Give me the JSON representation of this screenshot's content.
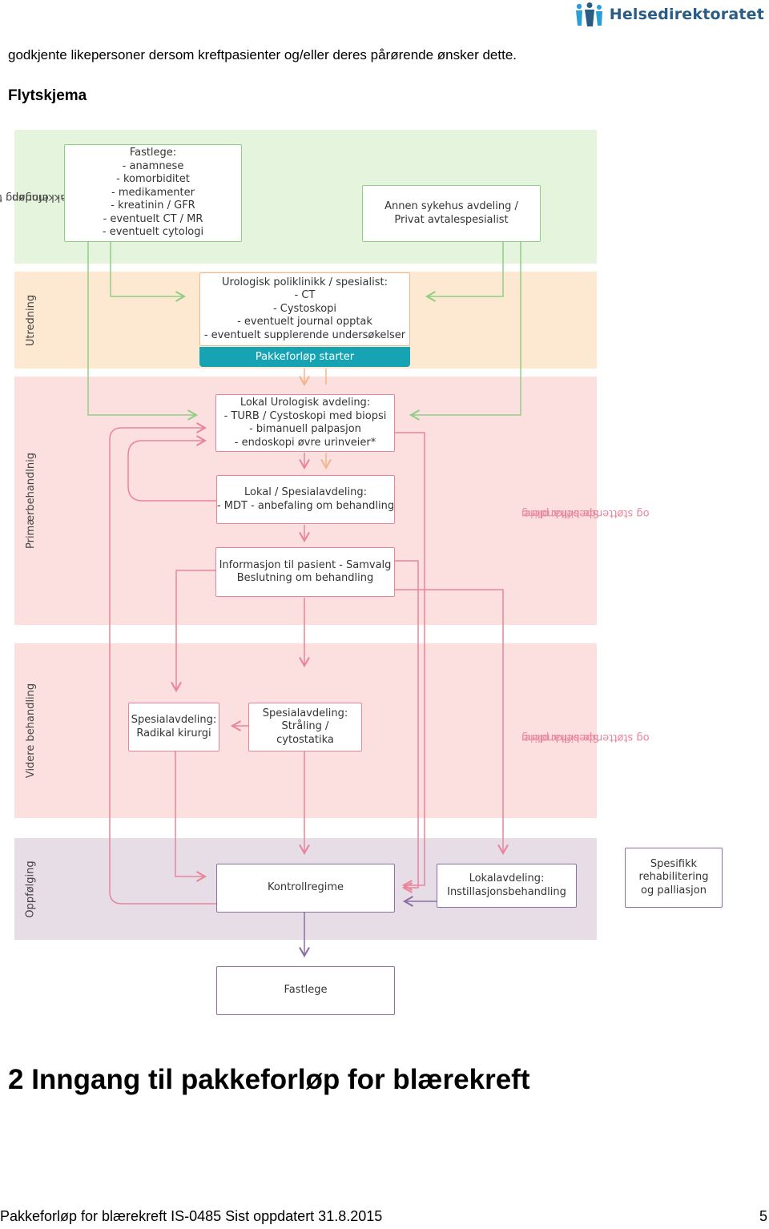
{
  "header": {
    "logo_text": "Helsedirektoratet"
  },
  "intro_text": "godkjente likepersoner dersom kreftpasienter og/eller deres pårørende ønsker dette.",
  "subheading": "Flytskjema",
  "flowchart": {
    "bands": [
      {
        "label_lines": [
          "Inngang til",
          "pakkeforløp"
        ],
        "color": "#e5f4dc"
      },
      {
        "label_lines": [
          "Utredning"
        ],
        "color": "#fde8d2"
      },
      {
        "label_lines": [
          "Primærbehandlnig"
        ],
        "color": "#fce0e0"
      },
      {
        "label_lines": [
          "Videre behandling"
        ],
        "color": "#fce0e0"
      },
      {
        "label_lines": [
          "Oppfølging"
        ],
        "color": "#e6dde6"
      }
    ],
    "side_labels": [
      [
        "Spesifikk pleie",
        "og støttende behandling"
      ],
      [
        "Spesifikk pleie",
        "og støttende behandling"
      ]
    ],
    "boxes": {
      "fastlege_in": [
        "Fastlege:",
        "- anamnese",
        "- komorbiditet",
        "- medikamenter",
        "- kreatinin / GFR",
        "- eventuelt CT / MR",
        "- eventuelt cytologi"
      ],
      "annen": [
        "Annen sykehus avdeling /",
        "Privat avtalespesialist"
      ],
      "urologisk": [
        "Urologisk poliklinikk / spesialist:",
        "- CT",
        "- Cystoskopi",
        "- eventuelt journal opptak",
        "- eventuelt supplerende undersøkelser"
      ],
      "pakkeforlop_starter": "Pakkeforløp starter",
      "lokal_urologisk": [
        "Lokal Urologisk avdeling:",
        "- TURB / Cystoskopi med biopsi",
        "- bimanuell palpasjon",
        "- endoskopi øvre urinveier*"
      ],
      "mdt": [
        "Lokal / Spesialavdeling:",
        "- MDT - anbefaling om behandling"
      ],
      "informasjon": [
        "Informasjon til pasient - Samvalg",
        "Beslutning om behandling"
      ],
      "radikal": [
        "Spesialavdeling:",
        "Radikal kirurgi"
      ],
      "straling": [
        "Spesialavdeling:",
        "Stråling /",
        "cytostatika"
      ],
      "kontroll": [
        "Kontrollregime"
      ],
      "instillasjon": [
        "Lokalavdeling:",
        "Instillasjonsbehandling"
      ],
      "spesifikk": [
        "Spesifikk",
        "rehabilitering",
        "og palliasjon"
      ],
      "fastlege_out": [
        "Fastlege"
      ]
    },
    "colors": {
      "green": "#8fcf84",
      "orange": "#f2b58c",
      "pink": "#e9849b",
      "purple": "#8c6fa3",
      "teal": "#16a3b3"
    }
  },
  "section_heading": "2 Inngang til pakkeforløp for blærekreft",
  "footer": {
    "text": "Pakkeforløp for blærekreft IS-0485 Sist oppdatert 31.8.2015",
    "page": "5"
  }
}
